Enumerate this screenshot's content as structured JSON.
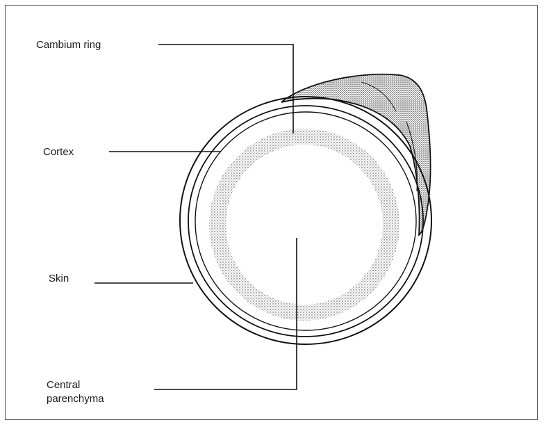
{
  "labels": {
    "cambium_ring": "Cambium ring",
    "cortex": "Cortex",
    "skin": "Skin",
    "central_parenchyma_line1": "Central",
    "central_parenchyma_line2": "parenchyma"
  },
  "colors": {
    "line": "#111111",
    "stipple": "#333333",
    "frame": "#555555"
  }
}
